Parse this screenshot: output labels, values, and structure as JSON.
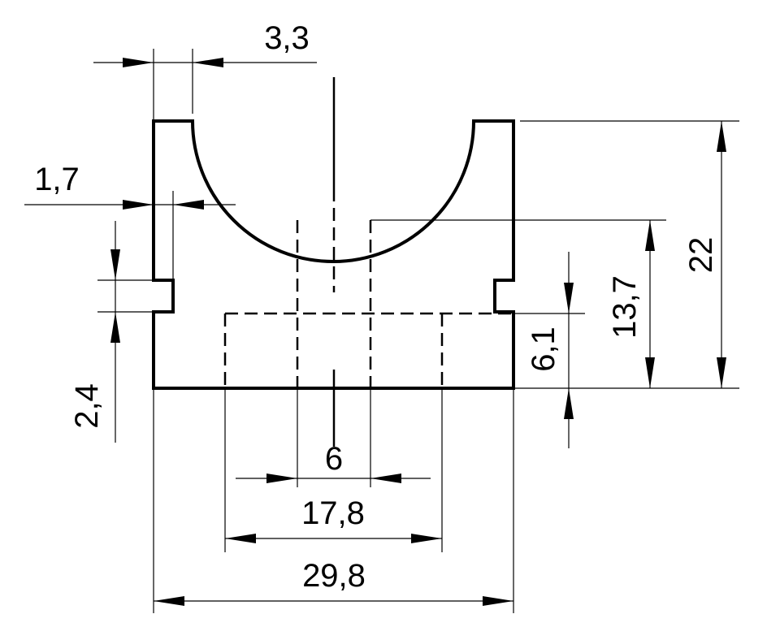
{
  "dimensions": {
    "top_offset": "3,3",
    "left_wall": "1,7",
    "notch_height": "2,4",
    "bore_width": "6",
    "hidden_width": "17,8",
    "overall_width": "29,8",
    "recess_height": "6,1",
    "inner_height": "13,7",
    "overall_height": "22"
  }
}
